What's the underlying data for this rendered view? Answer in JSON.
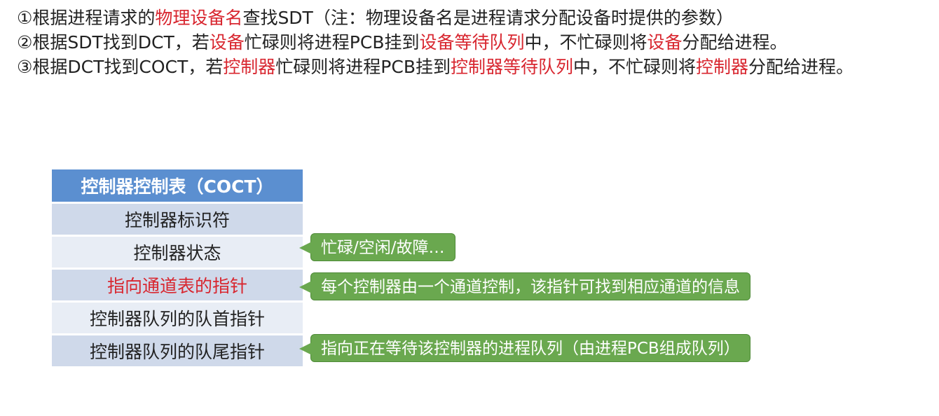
{
  "steps": [
    {
      "t1": "①根据进程请求的",
      "h1": "物理设备名",
      "t2": "查找SDT（注：物理设备名是进程请求分配设备时提供的参数）"
    },
    {
      "t1": "②根据SDT找到DCT，若",
      "h1": "设备",
      "t2": "忙碌则将进程PCB挂到",
      "h2": "设备等待队列",
      "t3": "中，不忙碌则将",
      "h3": "设备",
      "t4": "分配给进程。"
    },
    {
      "t1": "③根据DCT找到COCT，若",
      "h1": "控制器",
      "t2": "忙碌则将进程PCB挂到",
      "h2": "控制器等待队列",
      "t3": "中，不忙碌则将",
      "h3": "控制器",
      "t4": "分配给进程。"
    }
  ],
  "table": {
    "header": "控制器控制表（COCT）",
    "rows": [
      "控制器标识符",
      "控制器状态",
      "指向通道表的指针",
      "控制器队列的队首指针",
      "控制器队列的队尾指针"
    ]
  },
  "callouts": {
    "status": "忙碌/空闲/故障…",
    "channel_pointer": "每个控制器由一个通道控制，该指针可找到相应通道的信息",
    "queue_tail": "指向正在等待该控制器的进程队列（由进程PCB组成队列）"
  },
  "colors": {
    "highlight": "#d8262f",
    "table_header": "#5b8fd0",
    "callout": "#6aa84f"
  }
}
